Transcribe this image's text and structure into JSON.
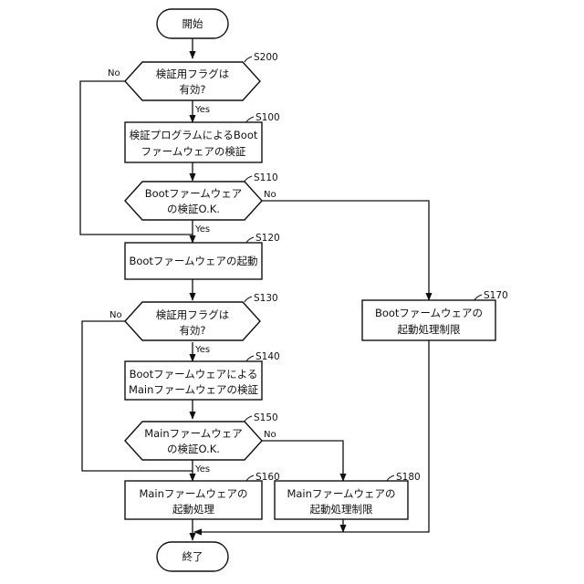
{
  "flowchart": {
    "start": "開始",
    "end": "終了",
    "nodes": {
      "s200": {
        "step": "S200",
        "line1": "検証用フラグは",
        "line2": "有効?"
      },
      "s100": {
        "step": "S100",
        "line1": "検証プログラムによるBoot",
        "line2": "ファームウェアの検証"
      },
      "s110": {
        "step": "S110",
        "line1": "Bootファームウェア",
        "line2": "の検証O.K."
      },
      "s120": {
        "step": "S120",
        "line1": "Bootファームウェアの起動"
      },
      "s130": {
        "step": "S130",
        "line1": "検証用フラグは",
        "line2": "有効?"
      },
      "s140": {
        "step": "S140",
        "line1": "Bootファームウェアによる",
        "line2": "Mainファームウェアの検証"
      },
      "s150": {
        "step": "S150",
        "line1": "Mainファームウェア",
        "line2": "の検証O.K."
      },
      "s160": {
        "step": "S160",
        "line1": "Mainファームウェアの",
        "line2": "起動処理"
      },
      "s170": {
        "step": "S170",
        "line1": "Bootファームウェアの",
        "line2": "起動処理制限"
      },
      "s180": {
        "step": "S180",
        "line1": "Mainファームウェアの",
        "line2": "起動処理制限"
      }
    },
    "labels": {
      "yes": "Yes",
      "no": "No"
    }
  }
}
